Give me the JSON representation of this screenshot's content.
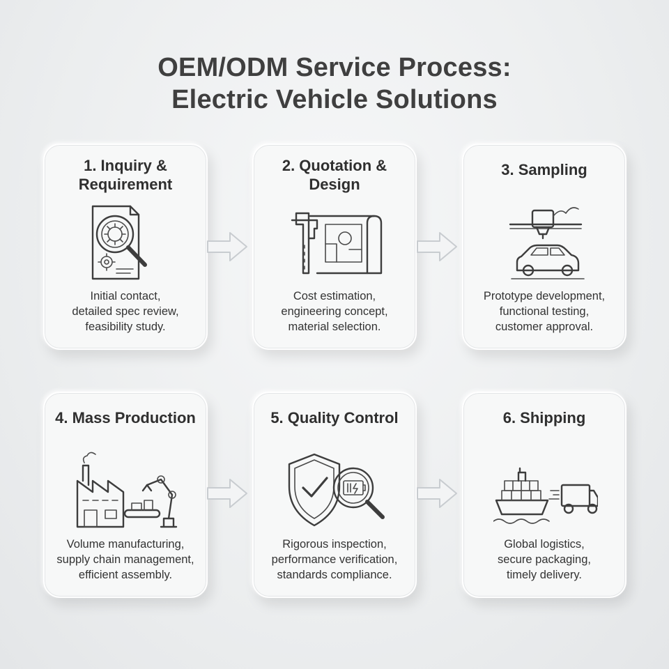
{
  "title": {
    "line1": "OEM/ODM Service Process:",
    "line2": "Electric Vehicle Solutions"
  },
  "steps": [
    {
      "title_line1": "1. Inquiry &",
      "title_line2": "Requirement",
      "icon": "document-gear-magnifier-icon",
      "desc": [
        "Initial contact,",
        "detailed spec review,",
        "feasibility study."
      ]
    },
    {
      "title_line1": "2. Quotation &",
      "title_line2": "Design",
      "icon": "caliper-blueprint-icon",
      "desc": [
        "Cost estimation,",
        "engineering concept,",
        "material selection."
      ]
    },
    {
      "title_line1": "3. Sampling",
      "title_line2": "",
      "icon": "3d-printer-car-icon",
      "desc": [
        "Prototype development,",
        "functional testing,",
        "customer approval."
      ]
    },
    {
      "title_line1": "4. Mass Production",
      "title_line2": "",
      "icon": "factory-robot-arm-icon",
      "desc": [
        "Volume manufacturing,",
        "supply chain management,",
        "efficient assembly."
      ]
    },
    {
      "title_line1": "5. Quality Control",
      "title_line2": "",
      "icon": "shield-magnifier-battery-icon",
      "desc": [
        "Rigorous inspection,",
        "performance verification,",
        "standards compliance."
      ]
    },
    {
      "title_line1": "6. Shipping",
      "title_line2": "",
      "icon": "ship-truck-icon",
      "desc": [
        "Global logistics,",
        "secure packaging,",
        "timely delivery."
      ]
    }
  ],
  "colors": {
    "background": "#eef0f1",
    "card": "#f7f8f8",
    "text": "#333333",
    "icon_stroke": "#3d3d3d"
  }
}
